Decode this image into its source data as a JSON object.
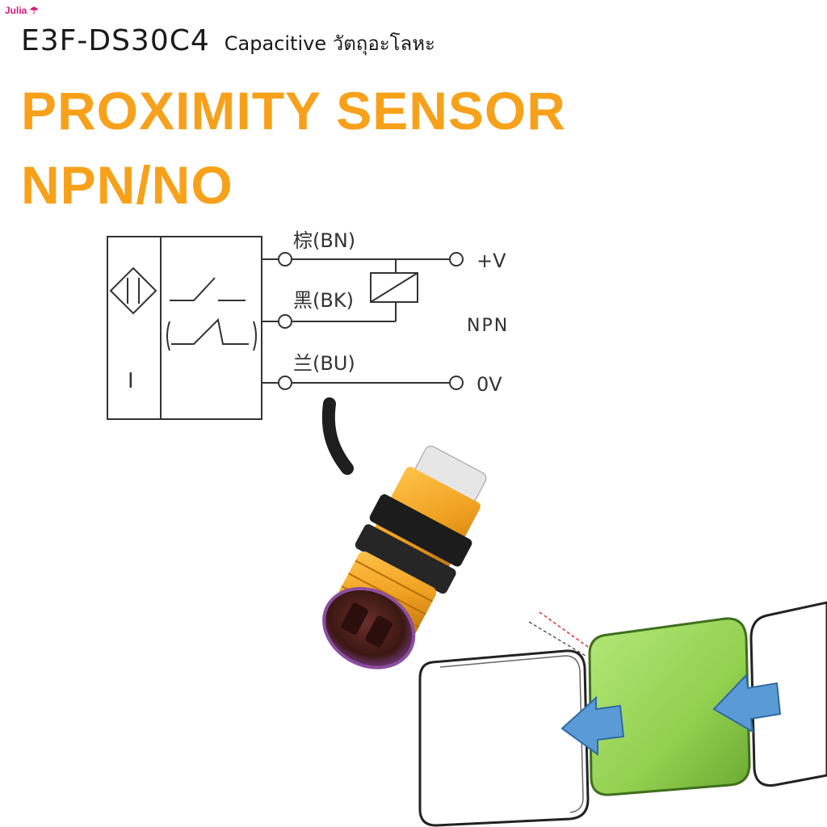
{
  "watermark": "Julia",
  "header": {
    "model": "E3F-DS30C4",
    "subtitle": "Capacitive วัตถุอะโลหะ",
    "headline_1": "PROXIMITY SENSOR",
    "headline_2": "NPN/NO"
  },
  "diagram": {
    "wire_brown": "棕(BN)",
    "wire_black": "黑(BK)",
    "wire_blue": "兰(BU)",
    "terminal_pos": "+V",
    "terminal_zero": "0V",
    "type_label": "NPN",
    "output_mark": "I"
  },
  "colors": {
    "headline": "#f7a11b",
    "sensor_body": "#f0a020",
    "target_block": "#92d04f",
    "arrow": "#5b9bd5",
    "watermark": "#d81b7a"
  },
  "icons": [
    "umbrella-icon",
    "coil-icon",
    "switch-icon",
    "direction-arrow-icon"
  ]
}
